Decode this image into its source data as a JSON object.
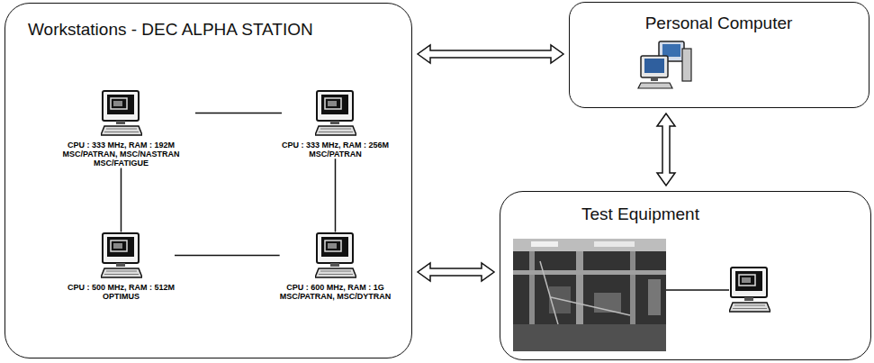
{
  "diagram": {
    "nodes": [
      {
        "text": [
          "Workstations - DEC ALPHA STATION"
        ]
      },
      {
        "text": [
          "CPU : 333 MHz, RAM : 192M",
          "MSC/PATRAN, MSC/NASTRAN MSC/FATIGUE"
        ],
        "in": 0
      },
      {
        "text": [
          "CPU : 333 MHz, RAM : 256M",
          "MSC/PATRAN"
        ],
        "in": 0
      },
      {
        "text": [
          "CPU : 500 MHz, RAM : 512M",
          "OPTIMUS"
        ],
        "in": 0
      },
      {
        "text": [
          "CPU : 600 MHz, RAM : 1G",
          "MSC/PATRAN, MSC/DYTRAN"
        ],
        "in": 0
      },
      {
        "text": [
          "Personal Computer"
        ]
      },
      {
        "text": [
          "Test Equipment"
        ]
      }
    ],
    "edges": [
      {
        "from": 1,
        "to": 2,
        "arrow": "none"
      },
      {
        "from": 1,
        "to": 3,
        "arrow": "none"
      },
      {
        "from": 2,
        "to": 4,
        "arrow": "none"
      },
      {
        "from": 3,
        "to": 4,
        "arrow": "none"
      },
      {
        "from": 0,
        "to": 5,
        "arrow": "both"
      },
      {
        "from": 5,
        "to": 6,
        "arrow": "both"
      },
      {
        "from": 0,
        "to": 6,
        "arrow": "both"
      }
    ]
  }
}
